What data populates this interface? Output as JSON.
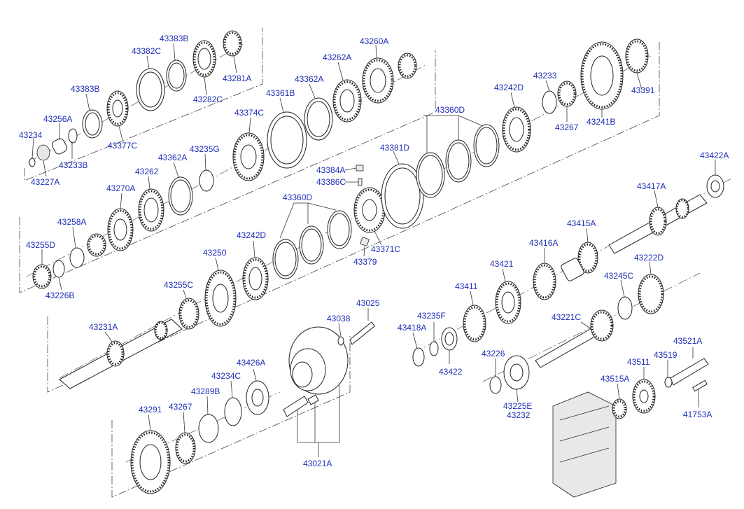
{
  "labels": {
    "l43234": "43234",
    "l43227A": "43227A",
    "l43256A": "43256A",
    "l43233B": "43233B",
    "l43383B_a": "43383B",
    "l43377C": "43377C",
    "l43382C": "43382C",
    "l43383B_b": "43383B",
    "l43282C": "43282C",
    "l43281A": "43281A",
    "l43255D": "43255D",
    "l43226B": "43226B",
    "l43258A": "43258A",
    "l43270A": "43270A",
    "l43262_a": "43262",
    "l43362A_a": "43362A",
    "l43235G": "43235G",
    "l43374C": "43374C",
    "l43361B": "43361B",
    "l43362A_b": "43362A",
    "l43262A": "43262A",
    "l43260A": "43260A",
    "l43384A": "43384A",
    "l43386C": "43386C",
    "l43381D": "43381D",
    "l43360D_a": "43360D",
    "l43242D_a": "43242D",
    "l43233": "43233",
    "l43267_a": "43267",
    "l43241B": "43241B",
    "l43391": "43391",
    "l43422A": "43422A",
    "l43417A": "43417A",
    "l43415A": "43415A",
    "l43416A": "43416A",
    "l43421": "43421",
    "l43411": "43411",
    "l43222D": "43222D",
    "l43245C": "43245C",
    "l43221C": "43221C",
    "l43360D_b": "43360D",
    "l43242D_b": "43242D",
    "l43250": "43250",
    "l43371C": "43371C",
    "l43379": "43379",
    "l43255C": "43255C",
    "l43231A": "43231A",
    "l43038": "43038",
    "l43025": "43025",
    "l43235F": "43235F",
    "l43418A": "43418A",
    "l43422": "43422",
    "l43226": "43226",
    "l43225E": "43225E",
    "l43232": "43232",
    "l43521A": "43521A",
    "l43519": "43519",
    "l43511": "43511",
    "l43515A": "43515A",
    "l41753A": "41753A",
    "l43426A": "43426A",
    "l43234C": "43234C",
    "l43289B": "43289B",
    "l43267_b": "43267",
    "l43291": "43291",
    "l43021A": "43021A"
  }
}
